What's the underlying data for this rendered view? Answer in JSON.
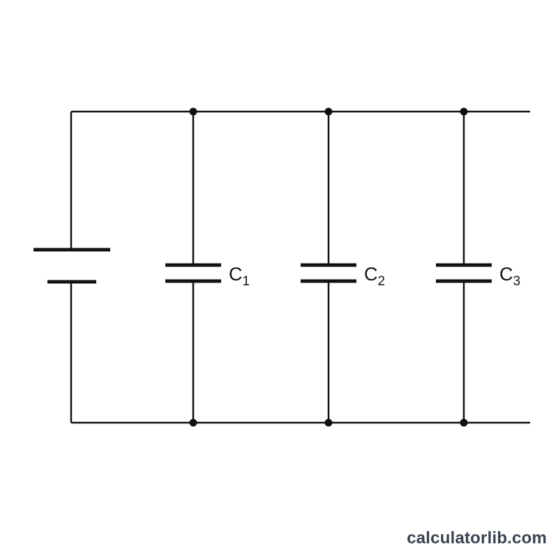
{
  "diagram": {
    "components": {
      "battery": {
        "icon": "battery-icon"
      },
      "capacitors": [
        {
          "name": "C",
          "subscript": "1",
          "icon": "capacitor-icon"
        },
        {
          "name": "C",
          "subscript": "2",
          "icon": "capacitor-icon"
        },
        {
          "name": "C",
          "subscript": "3",
          "icon": "capacitor-icon"
        }
      ]
    },
    "colors": {
      "line": "#111111",
      "watermark": "#3a4350",
      "background": "#ffffff"
    }
  },
  "watermark": {
    "text": "calculatorlib.com"
  }
}
